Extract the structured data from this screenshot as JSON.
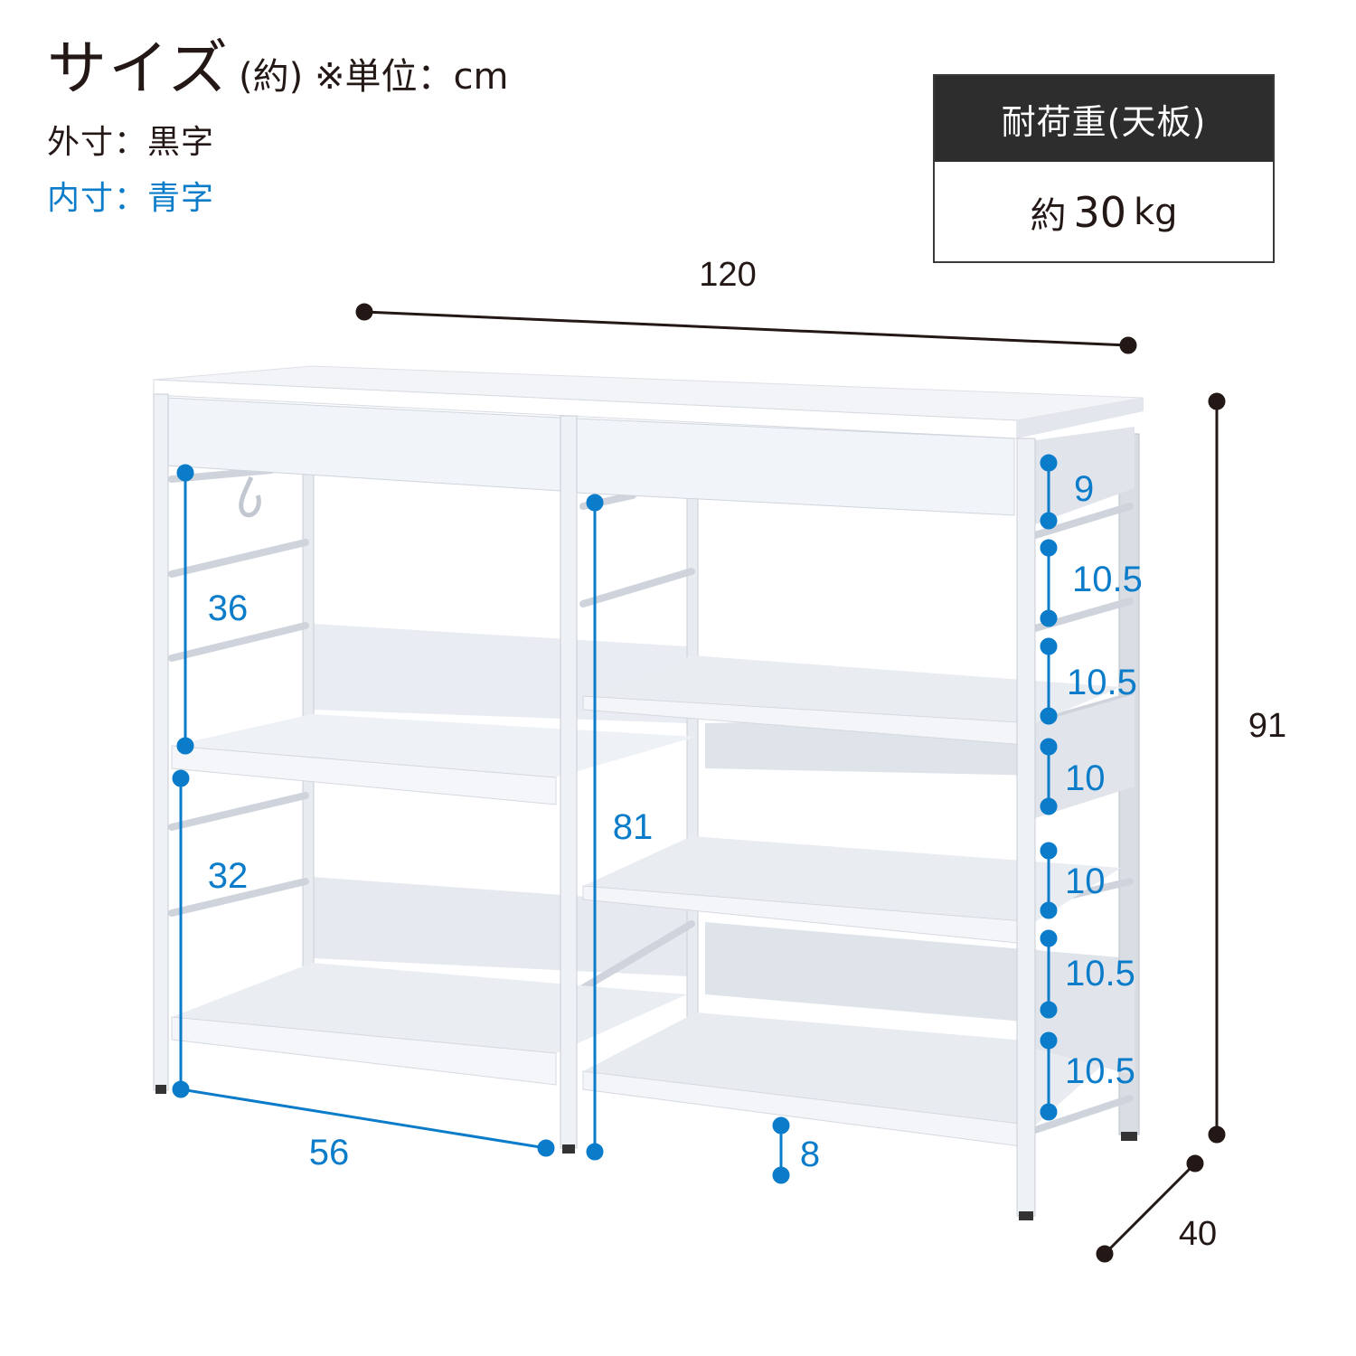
{
  "header": {
    "title": "サイズ",
    "subtitle": "(約) ※単位：cm",
    "legend_outer": "外寸：黒字",
    "legend_inner": "内寸：青字"
  },
  "load_capacity": {
    "label": "耐荷重(天板)",
    "prefix": "約",
    "value": "30",
    "unit": "kg"
  },
  "colors": {
    "outer_dimension": "#231815",
    "inner_dimension": "#0a7cc9",
    "header_bg": "#2d2d2d",
    "furniture": "#e6eaf0"
  },
  "outer_dimensions": {
    "width": "120",
    "height": "91",
    "depth": "40"
  },
  "inner_dimensions": {
    "left_top_space": "36",
    "left_middle_space": "32",
    "left_width": "56",
    "center_height": "81",
    "floor_clearance": "8",
    "side_rack_spacings": [
      "9",
      "10.5",
      "10.5",
      "10",
      "10",
      "10.5",
      "10.5"
    ]
  }
}
